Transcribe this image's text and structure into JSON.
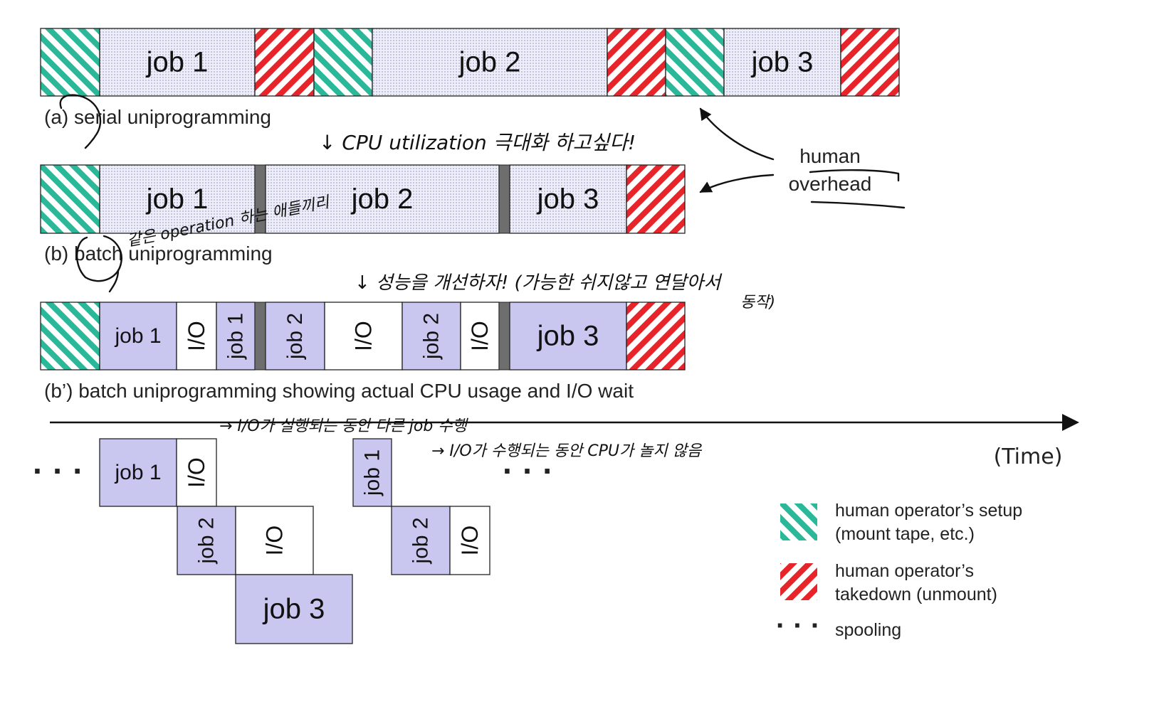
{
  "rows": {
    "a": {
      "caption": "(a) serial uniprogramming",
      "segments": [
        {
          "kind": "setup"
        },
        {
          "kind": "job",
          "label": "job 1"
        },
        {
          "kind": "takedown"
        },
        {
          "kind": "setup"
        },
        {
          "kind": "job",
          "label": "job 2"
        },
        {
          "kind": "takedown"
        },
        {
          "kind": "setup"
        },
        {
          "kind": "job",
          "label": "job 3"
        },
        {
          "kind": "takedown"
        }
      ]
    },
    "b": {
      "caption": "(b) batch uniprogramming",
      "segments": [
        {
          "kind": "setup"
        },
        {
          "kind": "job",
          "label": "job 1"
        },
        {
          "kind": "gap"
        },
        {
          "kind": "job",
          "label": "job 2"
        },
        {
          "kind": "gap"
        },
        {
          "kind": "job",
          "label": "job 3"
        },
        {
          "kind": "takedown"
        }
      ]
    },
    "b_prime": {
      "caption": "(b’) batch uniprogramming showing actual CPU usage and I/O wait",
      "segments": [
        {
          "kind": "setup"
        },
        {
          "kind": "cpu",
          "label": "job 1"
        },
        {
          "kind": "io",
          "label": "I/O"
        },
        {
          "kind": "cpu",
          "label": "job 1"
        },
        {
          "kind": "gap"
        },
        {
          "kind": "cpu",
          "label": "job 2"
        },
        {
          "kind": "io",
          "label": "I/O"
        },
        {
          "kind": "cpu",
          "label": "job 2"
        },
        {
          "kind": "io",
          "label": "I/O"
        },
        {
          "kind": "gap"
        },
        {
          "kind": "cpu",
          "label": "job 3"
        },
        {
          "kind": "takedown"
        }
      ]
    }
  },
  "timeline": {
    "label": "(Time)",
    "left_dots": "· · ·",
    "middle_dots": "· · ·",
    "spool_group_1": [
      {
        "kind": "cpu",
        "label": "job 1"
      },
      {
        "kind": "io",
        "label": "I/O"
      },
      {
        "kind": "cpu",
        "label": "job 2"
      },
      {
        "kind": "io",
        "label": "I/O"
      },
      {
        "kind": "cpu",
        "label": "job 3"
      }
    ],
    "spool_group_2": [
      {
        "kind": "cpu",
        "label": "job 1"
      },
      {
        "kind": "cpu",
        "label": "job 2"
      },
      {
        "kind": "io",
        "label": "I/O"
      }
    ]
  },
  "human_overhead": "human overhead",
  "legend": {
    "setup": "human operator’s setup (mount tape, etc.)",
    "takedown": "human operator’s takedown (unmount)",
    "spooling": "spooling"
  },
  "handwritten_notes": {
    "cpu_utilization": "↓ CPU utilization 극대화 하고싶다!",
    "same_operation": "같은 operation 하는 애들끼리",
    "performance": "↓ 성능을 개선하자! (가능한 쉬지않고 연달아서 동작)",
    "io_other_job": "→ I/O가 실행되는 동안 다른 job 수행",
    "cpu_not_idle": "→ I/O가 수행되는 동안 CPU가 놀지 않음"
  },
  "colors": {
    "setup_stripe": "#2ab899",
    "takedown_stripe": "#e8242b",
    "job_fill": "#c9c6ef",
    "gap_fill": "#6e6e6e"
  }
}
